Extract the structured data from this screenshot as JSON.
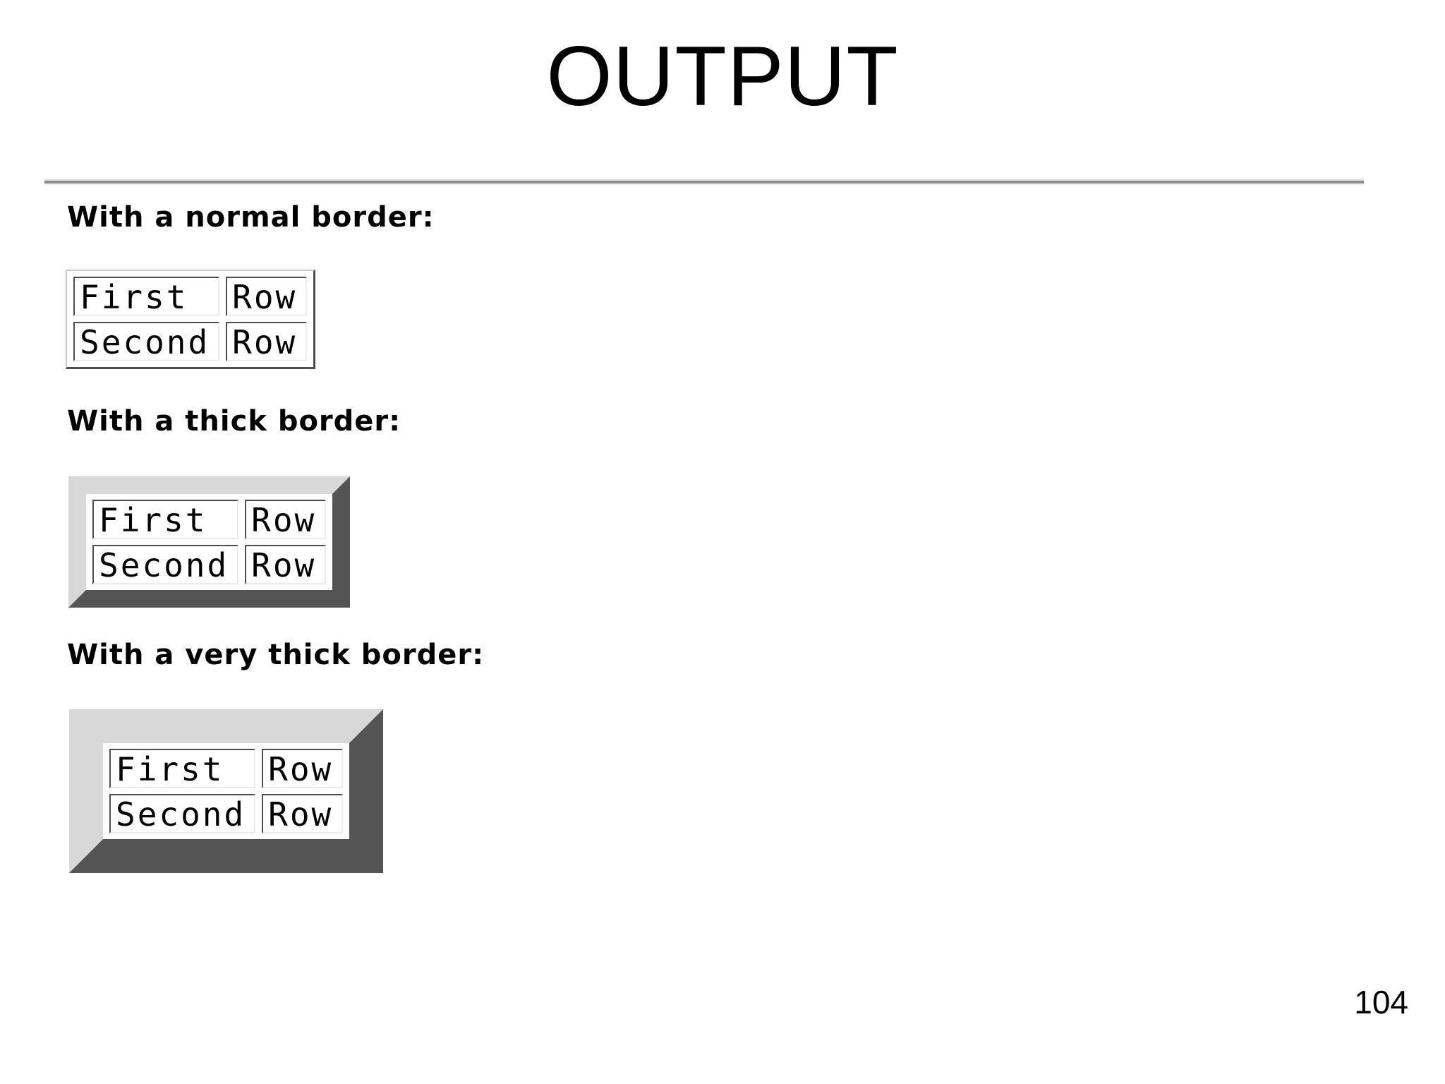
{
  "slide": {
    "title": "OUTPUT",
    "page_number": "104"
  },
  "sections": [
    {
      "heading": "With a normal border:",
      "border_style": "normal"
    },
    {
      "heading": "With a thick border:",
      "border_style": "thick"
    },
    {
      "heading": "With a very thick border:",
      "border_style": "very thick"
    }
  ],
  "table": {
    "rows": [
      [
        "First",
        "Row"
      ],
      [
        "Second",
        "Row"
      ]
    ]
  },
  "colors": {
    "background": "#ffffff",
    "text": "#000000",
    "border_light": "#d8d8d8",
    "border_dark": "#545454",
    "cell_border_dark": "#4d4d4d",
    "cell_border_light": "#ececec",
    "rule_gray": "#8c8c8c"
  }
}
